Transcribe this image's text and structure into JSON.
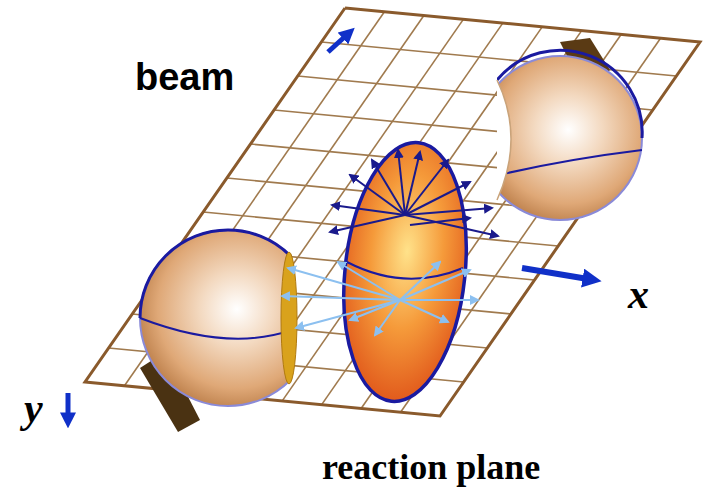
{
  "diagram": {
    "labels": [
      "beam",
      "x",
      "y",
      "reaction plane"
    ]
  }
}
